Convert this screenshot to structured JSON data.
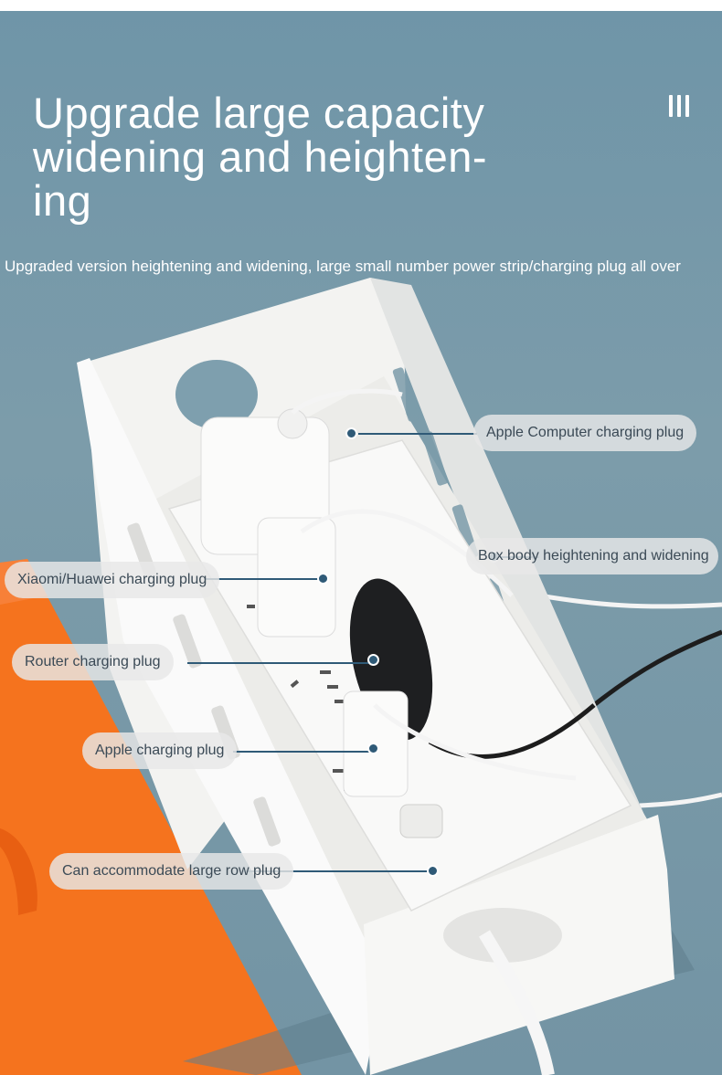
{
  "header": {
    "title": "Upgrade large capacity\nwidening and heighten-\ning",
    "subtitle": "Upgraded version heightening and widening, large small number power strip/charging plug all over",
    "menu_icon": "three-bars-icon"
  },
  "callouts": {
    "apple_computer": "Apple Computer charging plug",
    "box_body": "Box body heightening and widening",
    "xiaomi_huawei": "Xiaomi/Huawei charging plug",
    "router": "Router charging plug",
    "apple": "Apple charging plug",
    "row_plug": "Can accommodate large row plug"
  },
  "colors": {
    "background": "#7394a4",
    "orange_surface": "#f5731e",
    "box": "#f6f6f4",
    "callout_line": "#2f5a77",
    "callout_pill": "#e8e8e8"
  }
}
